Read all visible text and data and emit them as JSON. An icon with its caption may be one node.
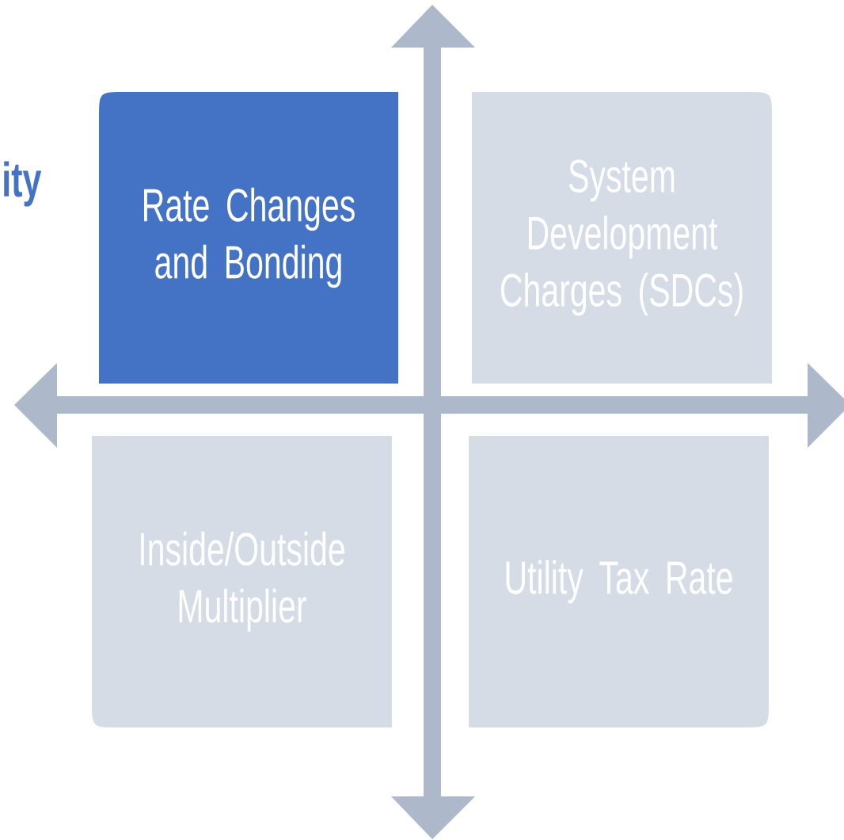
{
  "diagram": {
    "nodes": [
      {
        "text": [
          "Rate Changes and Bonding"
        ]
      },
      {
        "text": [
          "System Development Charges (SDCs)"
        ]
      },
      {
        "text": [
          "Inside/Outside Multiplier"
        ]
      },
      {
        "text": [
          "Utility Tax Rate"
        ]
      }
    ],
    "labels": [
      "ity"
    ]
  }
}
